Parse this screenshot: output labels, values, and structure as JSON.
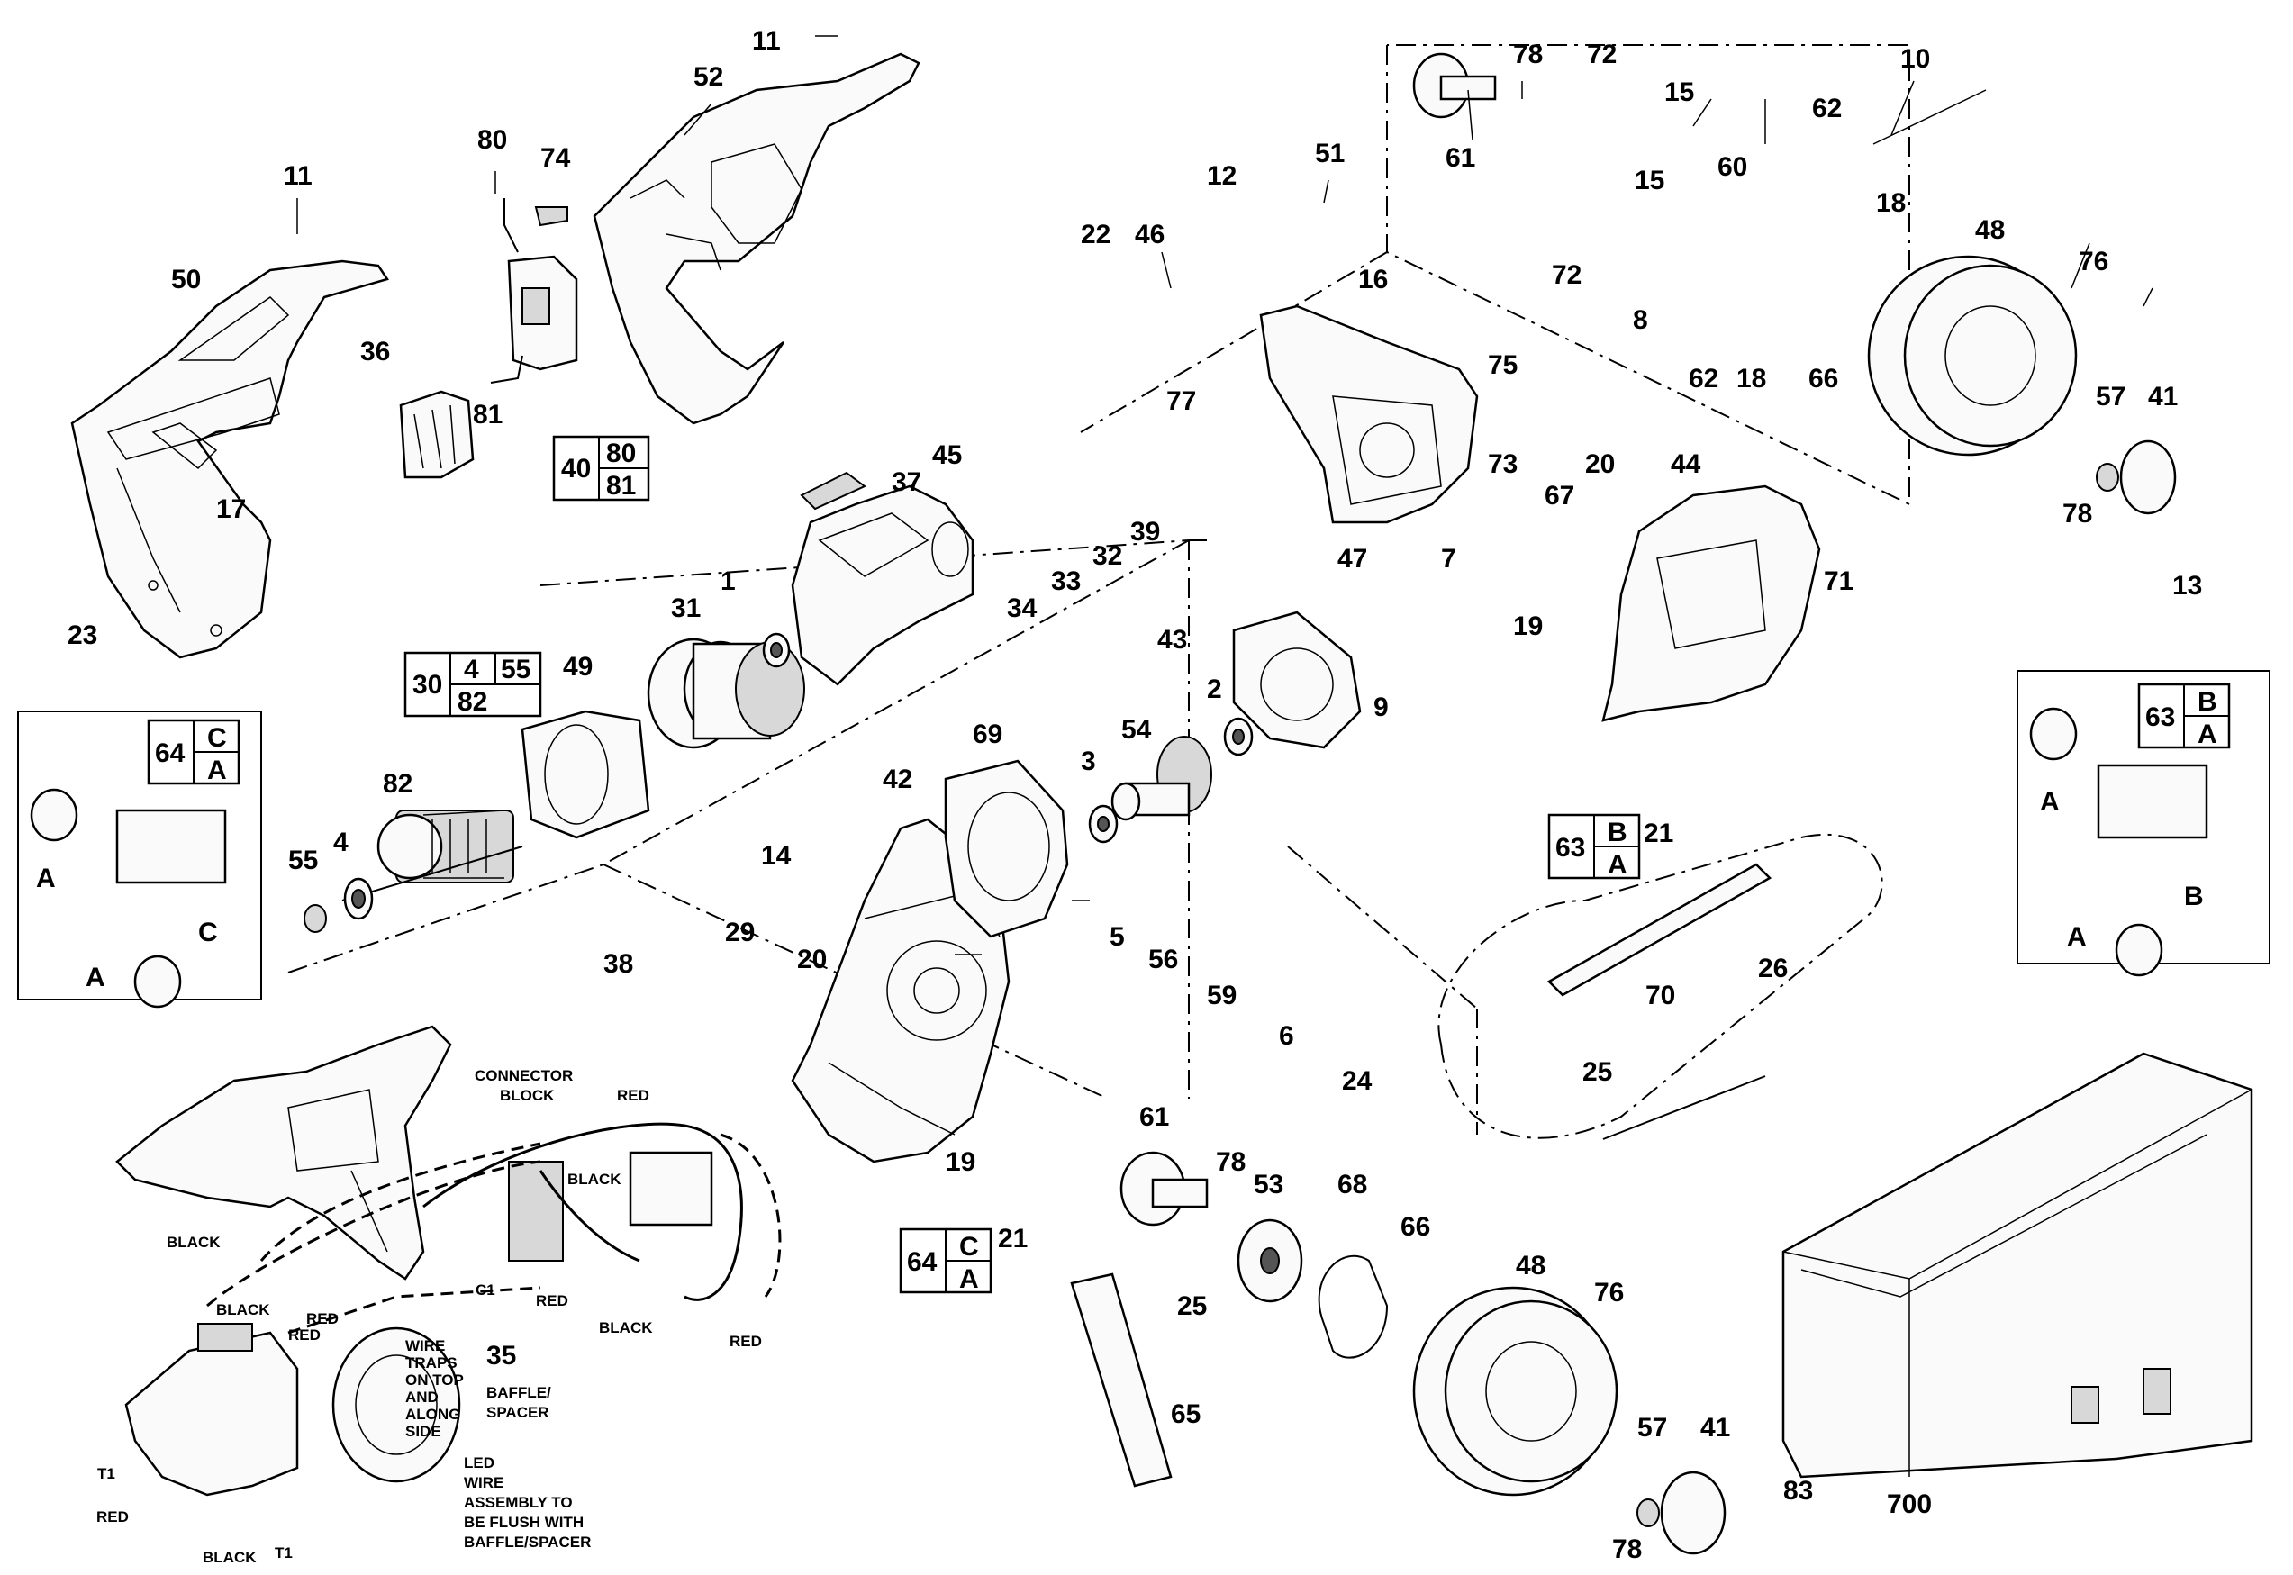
{
  "diagram": {
    "part_numbers": [
      "11",
      "11",
      "52",
      "80",
      "74",
      "81",
      "50",
      "36",
      "17",
      "23",
      "12",
      "51",
      "22",
      "46",
      "77",
      "16",
      "75",
      "73",
      "7",
      "47",
      "61",
      "78",
      "72",
      "15",
      "15",
      "72",
      "60",
      "62",
      "10",
      "18",
      "8",
      "62",
      "18",
      "66",
      "48",
      "76",
      "57",
      "41",
      "78",
      "13",
      "37",
      "45",
      "31",
      "1",
      "34",
      "33",
      "32",
      "39",
      "20",
      "67",
      "44",
      "19",
      "71",
      "49",
      "82",
      "4",
      "55",
      "43",
      "2",
      "9",
      "3",
      "54",
      "69",
      "42",
      "14",
      "29",
      "20",
      "38",
      "21",
      "26",
      "70",
      "25",
      "5",
      "56",
      "59",
      "6",
      "24",
      "19",
      "21",
      "61",
      "78",
      "53",
      "68",
      "66",
      "48",
      "76",
      "25",
      "65",
      "57",
      "41",
      "83",
      "78",
      "35",
      "700"
    ],
    "kit_boxes": {
      "switch_kit": [
        "40",
        "80",
        "81"
      ],
      "armature_kit": [
        "30",
        "4",
        "55",
        "82"
      ],
      "mount_left": [
        "64",
        "C",
        "A"
      ],
      "mount_center": [
        "64",
        "C",
        "A"
      ],
      "mount_right": [
        "63",
        "B",
        "A"
      ],
      "mount_mid": [
        "63",
        "B",
        "A"
      ]
    },
    "inset_letters": {
      "left": [
        "A",
        "A",
        "C"
      ],
      "right": [
        "A",
        "A",
        "B"
      ]
    },
    "wiring": {
      "connector_block": "CONNECTOR\nBLOCK",
      "connector_block_line1": "CONNECTOR",
      "connector_block_line2": "BLOCK",
      "wires": [
        "RED",
        "BLACK",
        "BLACK",
        "BLACK",
        "RED",
        "RED",
        "RED",
        "BLACK",
        "RED",
        "BLACK",
        "RED"
      ],
      "terminals": [
        "T1",
        "T1",
        "C1"
      ],
      "wire_traps": [
        "WIRE",
        "TRAPS",
        "ON TOP",
        "AND",
        "ALONG",
        "SIDE"
      ],
      "baffle": [
        "BAFFLE/",
        "SPACER"
      ],
      "led_note": [
        "LED",
        "WIRE",
        "ASSEMBLY TO",
        "BE FLUSH WITH",
        "BAFFLE/SPACER"
      ]
    }
  }
}
